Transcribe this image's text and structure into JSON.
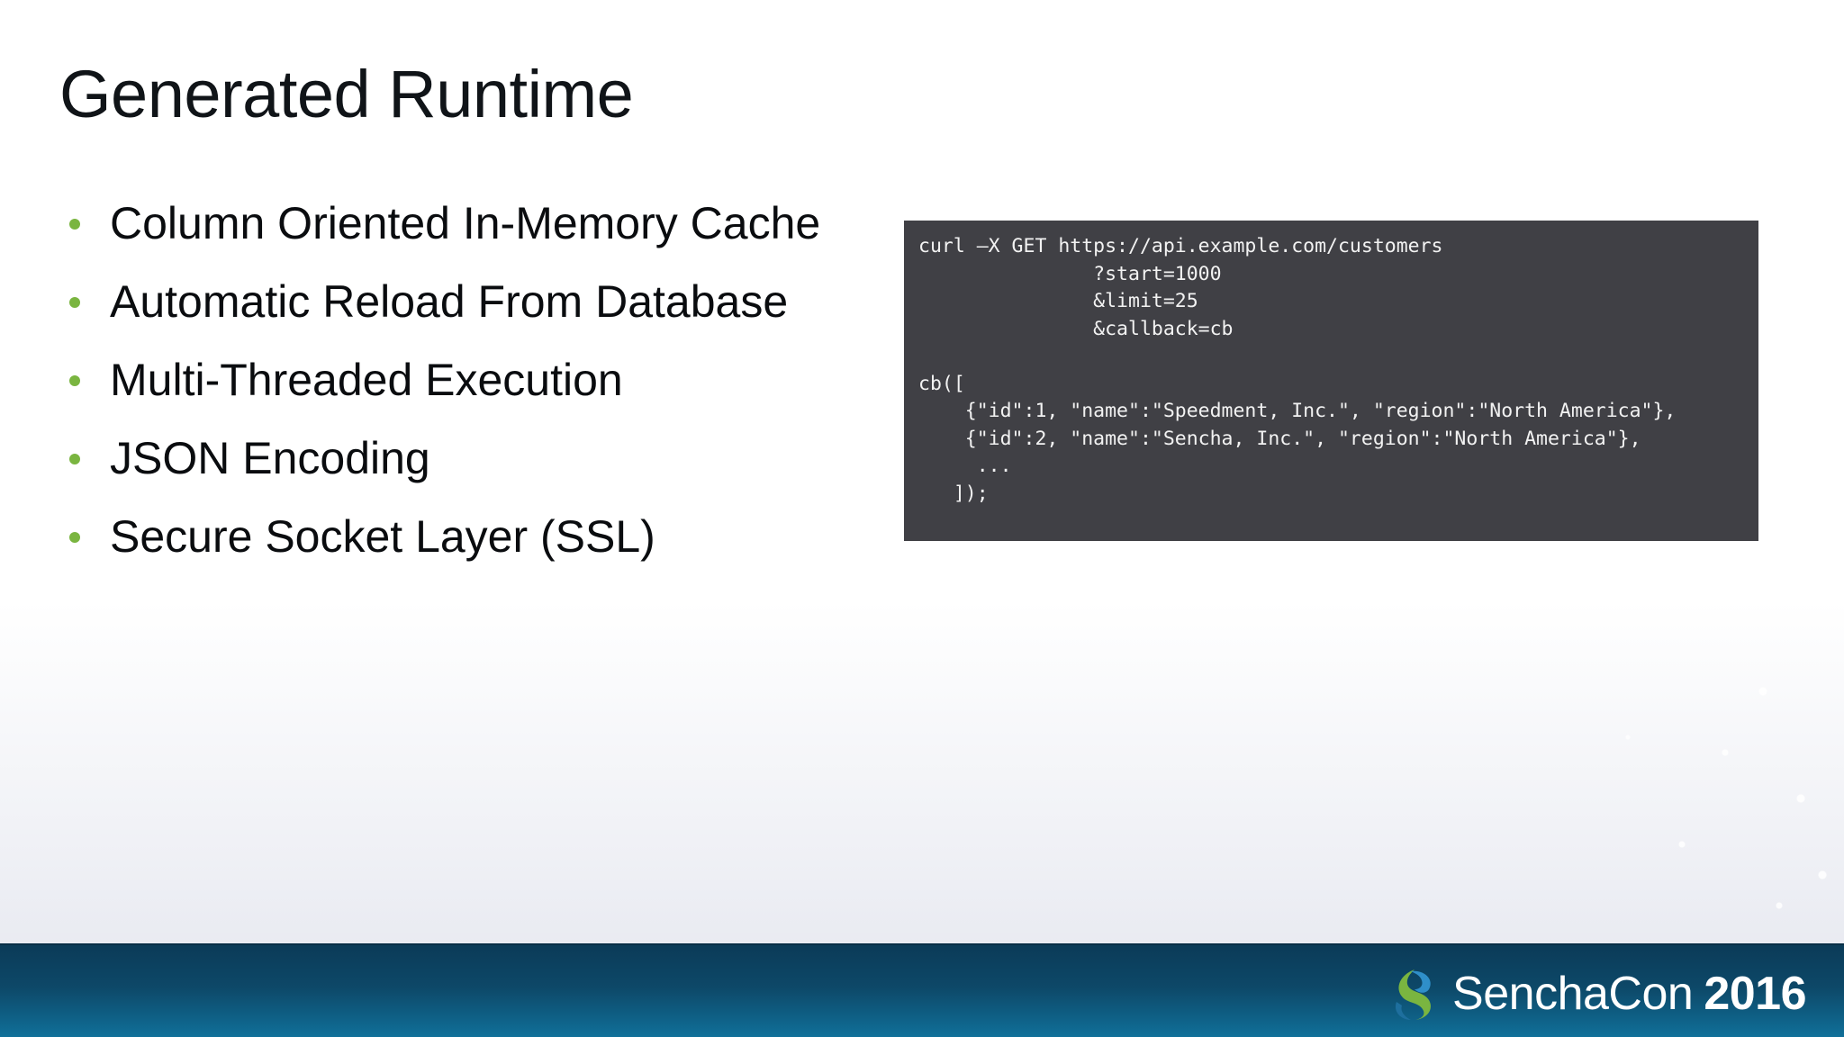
{
  "slide": {
    "title": "Generated Runtime",
    "bullets": [
      "Column Oriented In-Memory Cache",
      "Automatic Reload From Database",
      "Multi-Threaded Execution",
      "JSON Encoding",
      "Secure Socket Layer (SSL)"
    ],
    "code": [
      "curl –X GET https://api.example.com/customers",
      "               ?start=1000",
      "               &limit=25",
      "               &callback=cb",
      "",
      "cb([",
      "    {\"id\":1, \"name\":\"Speedment, Inc.\", \"region\":\"North America\"},",
      "    {\"id\":2, \"name\":\"Sencha, Inc.\", \"region\":\"North America\"},",
      "     ...",
      "   ]);"
    ]
  },
  "footer": {
    "brand_name": "SenchaCon",
    "brand_year": "2016"
  },
  "colors": {
    "bullet": "#7ab540",
    "code_background": "#404045",
    "footer_top": "#0b3b58",
    "footer_bottom": "#10719b"
  }
}
